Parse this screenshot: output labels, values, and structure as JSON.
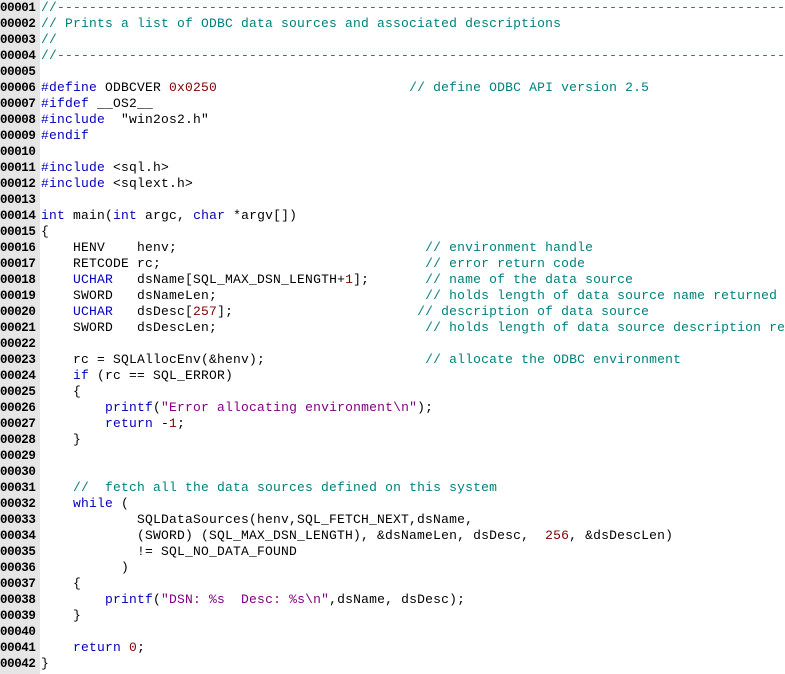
{
  "colors": {
    "gutter_bg": "#e6e6e6",
    "background": "#ffffff",
    "comment": "#008080",
    "keyword": "#0000c0",
    "string": "#800080",
    "number": "#800000",
    "plain": "#000000"
  },
  "lines": [
    {
      "n": "00001",
      "t": [
        [
          "comment",
          "//----------------------------------------------------------------------------------------------"
        ]
      ]
    },
    {
      "n": "00002",
      "t": [
        [
          "comment",
          "// Prints a list of ODBC data sources and associated descriptions"
        ]
      ]
    },
    {
      "n": "00003",
      "t": [
        [
          "comment",
          "//"
        ]
      ]
    },
    {
      "n": "00004",
      "t": [
        [
          "comment",
          "//----------------------------------------------------------------------------------------------"
        ]
      ]
    },
    {
      "n": "00005",
      "t": []
    },
    {
      "n": "00006",
      "t": [
        [
          "macro",
          "#define"
        ],
        [
          "plain",
          " ODBCVER "
        ],
        [
          "number",
          "0x0250"
        ],
        [
          "plain",
          "                        "
        ],
        [
          "comment",
          "// define ODBC API version 2.5"
        ]
      ]
    },
    {
      "n": "00007",
      "t": [
        [
          "macro",
          "#ifdef"
        ],
        [
          "plain",
          " __OS2__"
        ]
      ]
    },
    {
      "n": "00008",
      "t": [
        [
          "macro",
          "#include"
        ],
        [
          "plain",
          "  \"win2os2.h\""
        ]
      ]
    },
    {
      "n": "00009",
      "t": [
        [
          "macro",
          "#endif"
        ]
      ]
    },
    {
      "n": "00010",
      "t": []
    },
    {
      "n": "00011",
      "t": [
        [
          "macro",
          "#include"
        ],
        [
          "plain",
          " <sql.h>"
        ]
      ]
    },
    {
      "n": "00012",
      "t": [
        [
          "macro",
          "#include"
        ],
        [
          "plain",
          " <sqlext.h>"
        ]
      ]
    },
    {
      "n": "00013",
      "t": []
    },
    {
      "n": "00014",
      "t": [
        [
          "keyword",
          "int"
        ],
        [
          "plain",
          " main("
        ],
        [
          "keyword",
          "int"
        ],
        [
          "plain",
          " argc, "
        ],
        [
          "keyword",
          "char"
        ],
        [
          "plain",
          " *argv[])"
        ]
      ]
    },
    {
      "n": "00015",
      "t": [
        [
          "plain",
          "{"
        ]
      ]
    },
    {
      "n": "00016",
      "t": [
        [
          "plain",
          "    HENV    henv;                               "
        ],
        [
          "comment",
          "// environment handle"
        ]
      ]
    },
    {
      "n": "00017",
      "t": [
        [
          "plain",
          "    RETCODE rc;                                 "
        ],
        [
          "comment",
          "// error return code"
        ]
      ]
    },
    {
      "n": "00018",
      "t": [
        [
          "plain",
          "    "
        ],
        [
          "type",
          "UCHAR"
        ],
        [
          "plain",
          "   dsName[SQL_MAX_DSN_LENGTH+"
        ],
        [
          "number",
          "1"
        ],
        [
          "plain",
          "];       "
        ],
        [
          "comment",
          "// name of the data source"
        ]
      ]
    },
    {
      "n": "00019",
      "t": [
        [
          "plain",
          "    SWORD   dsNameLen;                          "
        ],
        [
          "comment",
          "// holds length of data source name returned by"
        ]
      ]
    },
    {
      "n": "00020",
      "t": [
        [
          "plain",
          "    "
        ],
        [
          "type",
          "UCHAR"
        ],
        [
          "plain",
          "   dsDesc["
        ],
        [
          "number",
          "257"
        ],
        [
          "plain",
          "];                       "
        ],
        [
          "comment",
          "// description of data source"
        ]
      ]
    },
    {
      "n": "00021",
      "t": [
        [
          "plain",
          "    SWORD   dsDescLen;                          "
        ],
        [
          "comment",
          "// holds length of data source description retur"
        ]
      ]
    },
    {
      "n": "00022",
      "t": []
    },
    {
      "n": "00023",
      "t": [
        [
          "plain",
          "    rc = SQLAllocEnv(&henv);                    "
        ],
        [
          "comment",
          "// allocate the ODBC environment"
        ]
      ]
    },
    {
      "n": "00024",
      "t": [
        [
          "plain",
          "    "
        ],
        [
          "keyword",
          "if"
        ],
        [
          "plain",
          " (rc == SQL_ERROR)"
        ]
      ]
    },
    {
      "n": "00025",
      "t": [
        [
          "plain",
          "    {"
        ]
      ]
    },
    {
      "n": "00026",
      "t": [
        [
          "plain",
          "        "
        ],
        [
          "keyword",
          "printf"
        ],
        [
          "plain",
          "("
        ],
        [
          "string",
          "\"Error allocating environment\\n\""
        ],
        [
          "plain",
          ");"
        ]
      ]
    },
    {
      "n": "00027",
      "t": [
        [
          "plain",
          "        "
        ],
        [
          "keyword",
          "return"
        ],
        [
          "plain",
          " -"
        ],
        [
          "number",
          "1"
        ],
        [
          "plain",
          ";"
        ]
      ]
    },
    {
      "n": "00028",
      "t": [
        [
          "plain",
          "    }"
        ]
      ]
    },
    {
      "n": "00029",
      "t": []
    },
    {
      "n": "00030",
      "t": []
    },
    {
      "n": "00031",
      "t": [
        [
          "plain",
          "    "
        ],
        [
          "comment",
          "//  fetch all the data sources defined on this system"
        ]
      ]
    },
    {
      "n": "00032",
      "t": [
        [
          "plain",
          "    "
        ],
        [
          "keyword",
          "while"
        ],
        [
          "plain",
          " ("
        ]
      ]
    },
    {
      "n": "00033",
      "t": [
        [
          "plain",
          "            SQLDataSources(henv,SQL_FETCH_NEXT,dsName,"
        ]
      ]
    },
    {
      "n": "00034",
      "t": [
        [
          "plain",
          "            (SWORD) (SQL_MAX_DSN_LENGTH), &dsNameLen, dsDesc,  "
        ],
        [
          "number",
          "256"
        ],
        [
          "plain",
          ", &dsDescLen)"
        ]
      ]
    },
    {
      "n": "00035",
      "t": [
        [
          "plain",
          "            != SQL_NO_DATA_FOUND"
        ]
      ]
    },
    {
      "n": "00036",
      "t": [
        [
          "plain",
          "          )"
        ]
      ]
    },
    {
      "n": "00037",
      "t": [
        [
          "plain",
          "    {"
        ]
      ]
    },
    {
      "n": "00038",
      "t": [
        [
          "plain",
          "        "
        ],
        [
          "keyword",
          "printf"
        ],
        [
          "plain",
          "("
        ],
        [
          "string",
          "\"DSN: %s  Desc: %s\\n\""
        ],
        [
          "plain",
          ",dsName, dsDesc);"
        ]
      ]
    },
    {
      "n": "00039",
      "t": [
        [
          "plain",
          "    }"
        ]
      ]
    },
    {
      "n": "00040",
      "t": []
    },
    {
      "n": "00041",
      "t": [
        [
          "plain",
          "    "
        ],
        [
          "keyword",
          "return"
        ],
        [
          "plain",
          " "
        ],
        [
          "number",
          "0"
        ],
        [
          "plain",
          ";"
        ]
      ]
    },
    {
      "n": "00042",
      "t": [
        [
          "plain",
          "}"
        ]
      ]
    }
  ]
}
